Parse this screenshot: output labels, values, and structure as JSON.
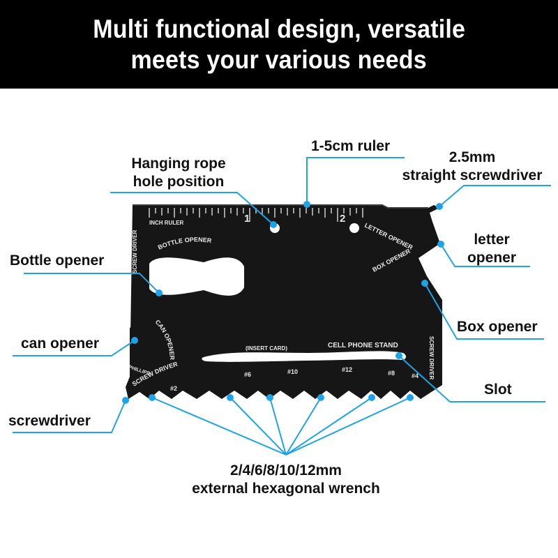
{
  "header": {
    "line1": "Multi functional design, versatile",
    "line2": "meets your various needs"
  },
  "callouts": {
    "ruler": "1-5cm ruler",
    "hanging_line1": "Hanging rope",
    "hanging_line2": "hole position",
    "straight_line1": "2.5mm",
    "straight_line2": "straight screwdriver",
    "bottle": "Bottle opener",
    "letter_line1": "letter",
    "letter_line2": "opener",
    "box": "Box opener",
    "can": "can opener",
    "slot": "Slot",
    "screwdriver": "screwdriver",
    "wrench_line1": "2/4/6/8/10/12mm",
    "wrench_line2": "external hexagonal wrench"
  },
  "card": {
    "inch_ruler": "INCH RULER",
    "mark_1": "1",
    "mark_2": "2",
    "bottle_opener": "BOTTLE OPENER",
    "letter_opener": "LETTER OPENER",
    "box_opener": "BOX OPENER",
    "screw_driver_left": "SCREW DRIVER",
    "screw_driver_right": "SCREW DRIVER",
    "screw_driver_bottom": "SCREW DRIVER",
    "can_opener": "CAN OPENER",
    "phillips": "PHILLIPS",
    "insert_card": "(INSERT CARD)",
    "cell_phone_stand": "CELL PHONE STAND",
    "hex_2": "#2",
    "hex_6": "#6",
    "hex_10": "#10",
    "hex_12": "#12",
    "hex_8": "#8",
    "hex_4": "#4"
  },
  "colors": {
    "accent": "#1fa3e8",
    "card": "#161616",
    "header_bg": "#000000"
  }
}
